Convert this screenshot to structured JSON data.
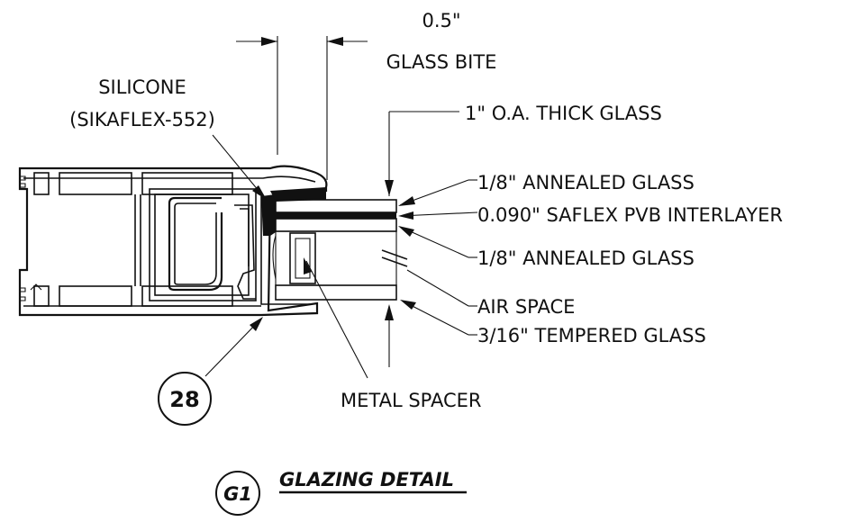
{
  "dimension": {
    "value": "0.5\"",
    "label": "GLASS BITE"
  },
  "labels": {
    "silicone_line1": "SILICONE",
    "silicone_line2": "(SIKAFLEX-552)",
    "oa_thick": "1\" O.A. THICK GLASS",
    "annealed_top": "1/8\" ANNEALED GLASS",
    "interlayer": "0.090\" SAFLEX PVB INTERLAYER",
    "annealed_bottom": "1/8\" ANNEALED GLASS",
    "air_space": "AIR SPACE",
    "tempered": "3/16\" TEMPERED GLASS",
    "metal_spacer": "METAL SPACER"
  },
  "callout": {
    "number": "28"
  },
  "title": {
    "tag": "G1",
    "text": "GLAZING DETAIL"
  }
}
